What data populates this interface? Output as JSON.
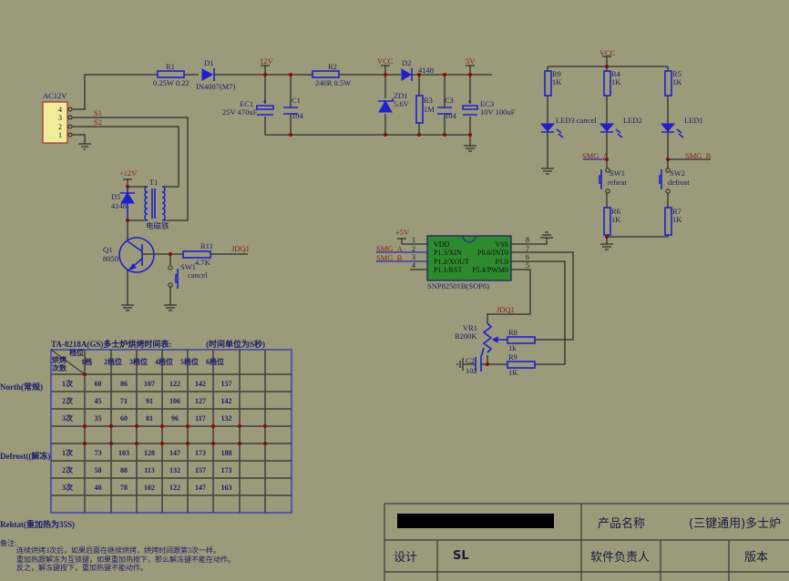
{
  "power": {
    "connector": "AC12V",
    "pins": [
      "4",
      "3",
      "2",
      "1"
    ],
    "s1": "S1",
    "s2": "S2",
    "r1_name": "R1",
    "r1_val": "0.25W 0.22",
    "d1_name": "D1",
    "d1_val": "IN4007(M7)",
    "net_12v": "12V",
    "ec1_name": "EC1",
    "ec1_val": "25V 470uF",
    "c1_name": "C1",
    "c1_val": "104",
    "r2_name": "R2",
    "r2_val": "240R 0.5W",
    "net_vcc": "VCC",
    "zd1_name": "ZD1",
    "zd1_val": "5.6V",
    "d2_name": "D2",
    "d2_val": "4148",
    "r3_name": "R3",
    "r3_val": "1M",
    "c3_name": "C3",
    "c3_val": "104",
    "net_5v": "5V",
    "ec3_name": "EC3",
    "ec3_val": "10V 100uF"
  },
  "relay": {
    "net_p12v": "+12V",
    "d5_name": "D5",
    "d5_val": "4148",
    "t1_name": "T1",
    "t1_val": "电磁铁",
    "q1_name": "Q1",
    "q1_val": "8050",
    "r11_name": "R11",
    "r11_val": "4.7K",
    "net_jdq1": "JDQ1",
    "sw1_name": "SW1",
    "sw1_val": "cancel"
  },
  "mcu": {
    "net_p5v": "+5V",
    "chip_name": "SNP82501B(SOP8)",
    "left_pins": [
      {
        "num": "1",
        "name": "VDD"
      },
      {
        "num": "2",
        "name": "P1.3/XIN"
      },
      {
        "num": "3",
        "name": "P1.2/XOUT"
      },
      {
        "num": "4",
        "name": "P1.1/RST"
      }
    ],
    "right_pins": [
      {
        "num": "8",
        "name": "VSS"
      },
      {
        "num": "7",
        "name": "P0.0/INT0"
      },
      {
        "num": "6",
        "name": "P1.0"
      },
      {
        "num": "5",
        "name": "P5.4/PWM0"
      }
    ],
    "net_smg_a": "SMG_A",
    "net_smg_b": "SMG_B",
    "net_jdq1": "JDQ1",
    "vr1_name": "VR1",
    "vr1_val": "B200K",
    "r8_name": "R8",
    "r8_val": "1k",
    "r9_name": "R9",
    "r9_val": "1K",
    "c2_name": "C2",
    "c2_val": "102"
  },
  "keys": {
    "net_vcc": "VCC",
    "r9_name": "R9",
    "r9_val": "1K",
    "r4_name": "R4",
    "r4_val": "1K",
    "r5_name": "R5",
    "r5_val": "1K",
    "led3": "LED3 cancel",
    "led2": "LED2",
    "led1": "LED1",
    "net_smg_a": "SMG_A",
    "net_smg_b": "SMG_B",
    "sw1_name": "SW1",
    "sw1_val": "reheat",
    "sw2_name": "SW2",
    "sw2_val": "defrost",
    "r6_name": "R6",
    "r6_val": "1K",
    "r7_name": "R7",
    "r7_val": "1K"
  },
  "table": {
    "title": "TA-8218A(GS)多士炉烘烤时间表:",
    "unit": "(时间单位为S秒)",
    "corner_top": "档位",
    "corner_bottom": "烘烤次数",
    "columns": [
      "1档",
      "2档位",
      "3档位",
      "4档位",
      "5档位",
      "6档位"
    ],
    "groups": [
      {
        "label": "North(常规)",
        "rows": [
          {
            "label": "1次",
            "values": [
              60,
              86,
              107,
              122,
              142,
              157
            ]
          },
          {
            "label": "2次",
            "values": [
              45,
              71,
              91,
              106,
              127,
              142
            ]
          },
          {
            "label": "3次",
            "values": [
              35,
              60,
              81,
              96,
              117,
              132
            ]
          }
        ]
      },
      {
        "label": "Defrost((解冻)",
        "rows": [
          {
            "label": "1次",
            "values": [
              73,
              103,
              128,
              147,
              173,
              188
            ]
          },
          {
            "label": "2次",
            "values": [
              58,
              88,
              113,
              132,
              157,
              173
            ]
          },
          {
            "label": "3次",
            "values": [
              48,
              78,
              102,
              122,
              147,
              163
            ]
          }
        ]
      }
    ],
    "reheat": "Rehtat(重加热为35S)",
    "notes_title": "备注:",
    "notes": [
      "连续烘烤3次后，如果后面在继续烘烤，烘烤时间跟第3次一样。",
      "重加热跟解冻为互锁键，如果重加热按下，那么解冻键不能在动作。",
      "反之，解冻键按下，重加热键不能动作。"
    ]
  },
  "title_block": {
    "product_name_label": "产品名称",
    "product_name": "(三键通用)多士炉",
    "design_label": "设计",
    "designer": "SL",
    "software_label": "软件负责人",
    "version_label": "版本"
  }
}
